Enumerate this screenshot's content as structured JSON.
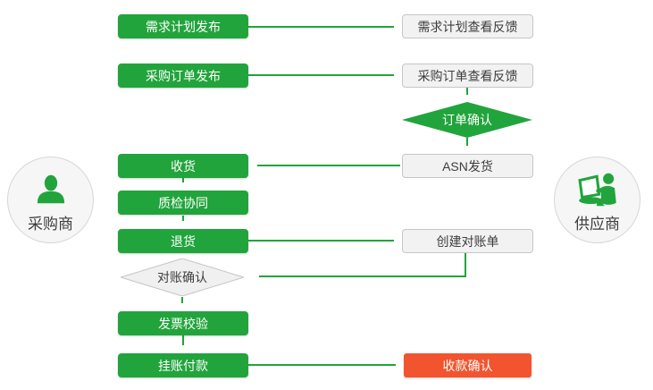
{
  "palette": {
    "green": "#22A43C",
    "red": "#F2542F",
    "box_bg": "#F2F2F2",
    "box_border": "#C6C6C6",
    "diamond_bg": "#F0F0F0",
    "circle_bg": "#F6F6F6",
    "text": "#3D3D3D"
  },
  "actors": {
    "buyer": {
      "label": "采购商",
      "icon": "person-icon"
    },
    "supplier": {
      "label": "供应商",
      "icon": "person-laptop-icon"
    }
  },
  "nodes": {
    "demand_plan_publish": {
      "label": "需求计划发布",
      "type": "buyer-step"
    },
    "po_publish": {
      "label": "采购订单发布",
      "type": "buyer-step"
    },
    "receive_goods": {
      "label": "收货",
      "type": "buyer-step"
    },
    "quality_collab": {
      "label": "质检协同",
      "type": "buyer-step"
    },
    "return_goods": {
      "label": "退货",
      "type": "buyer-step"
    },
    "invoice_check": {
      "label": "发票校验",
      "type": "buyer-step"
    },
    "payment_on_account": {
      "label": "挂账付款",
      "type": "buyer-step"
    },
    "recon_confirm": {
      "label": "对账确认",
      "type": "decision"
    },
    "demand_plan_feedback": {
      "label": "需求计划查看反馈",
      "type": "supplier-step"
    },
    "po_feedback": {
      "label": "采购订单查看反馈",
      "type": "supplier-step"
    },
    "order_confirm": {
      "label": "订单确认",
      "type": "decision"
    },
    "asn_ship": {
      "label": "ASN发货",
      "type": "supplier-step"
    },
    "create_statement": {
      "label": "创建对账单",
      "type": "supplier-step"
    },
    "payment_confirm": {
      "label": "收款确认",
      "type": "supplier-step-highlight"
    }
  }
}
